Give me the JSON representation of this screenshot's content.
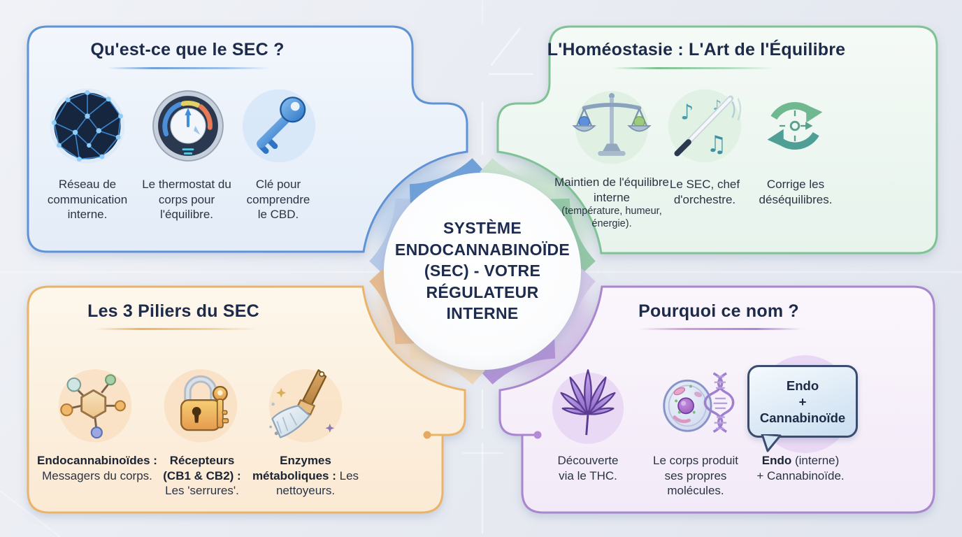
{
  "center_badge": {
    "title_lines": [
      "SYSTÈME",
      "ENDOCANNABINOÏDE",
      "(SEC) - VOTRE",
      "RÉGULATEUR",
      "INTERNE"
    ]
  },
  "panels": [
    {
      "id": "what-is-sec",
      "accent": "#5e93d6",
      "title": "Qu'est-ce que le SEC ?",
      "items": [
        {
          "icon": "network-icon",
          "caption": {
            "text": "Réseau de communication interne."
          }
        },
        {
          "icon": "thermostat-icon",
          "caption": {
            "text": "Le thermostat du corps pour l'équilibre."
          }
        },
        {
          "icon": "key-icon",
          "caption": {
            "text": "Clé pour comprendre le CBD."
          }
        }
      ]
    },
    {
      "id": "homeostasis",
      "accent": "#80c296",
      "title": "L'Homéostasie : L'Art de l'Équilibre",
      "items": [
        {
          "icon": "balance-scale-icon",
          "caption": {
            "text": "Maintien de l'équilibre interne",
            "sub": "(température, humeur, énergie)."
          }
        },
        {
          "icon": "conductor-baton-icon",
          "caption": {
            "text": "Le SEC, chef d'orchestre."
          }
        },
        {
          "icon": "cycle-arrows-icon",
          "caption": {
            "text": "Corrige les déséquilibres."
          }
        }
      ]
    },
    {
      "id": "three-pillars",
      "accent": "#e9b469",
      "title": "Les 3 Piliers du SEC",
      "items": [
        {
          "icon": "molecule-icon",
          "caption": {
            "lead": "Endocannabinoïdes :",
            "text": " Messagers du corps."
          }
        },
        {
          "icon": "lock-key-icon",
          "caption": {
            "lead": "Récepteurs (CB1 & CB2) :",
            "text": " Les 'serrures'."
          }
        },
        {
          "icon": "broom-icon",
          "caption": {
            "lead": "Enzymes métaboliques :",
            "text": " Les nettoyeurs."
          }
        }
      ]
    },
    {
      "id": "why-this-name",
      "accent": "#aa86ce",
      "title": "Pourquoi ce nom ?",
      "items": [
        {
          "icon": "cannabis-leaf-icon",
          "caption": {
            "text": "Découverte via le THC."
          }
        },
        {
          "icon": "cell-dna-icon",
          "caption": {
            "text": "Le corps produit ses propres molécules."
          }
        },
        {
          "icon": "speech-bubble-icon",
          "bubble_lines": [
            "Endo",
            "+",
            "Cannabinoïde"
          ],
          "caption": {
            "lead": "Endo",
            "text": " (interne)",
            "line2": "+ Cannabinoïde."
          }
        }
      ]
    }
  ],
  "ring_colors": [
    "#6fa0d8",
    "#93c7a5",
    "#b192d6",
    "#e6ba8e"
  ]
}
